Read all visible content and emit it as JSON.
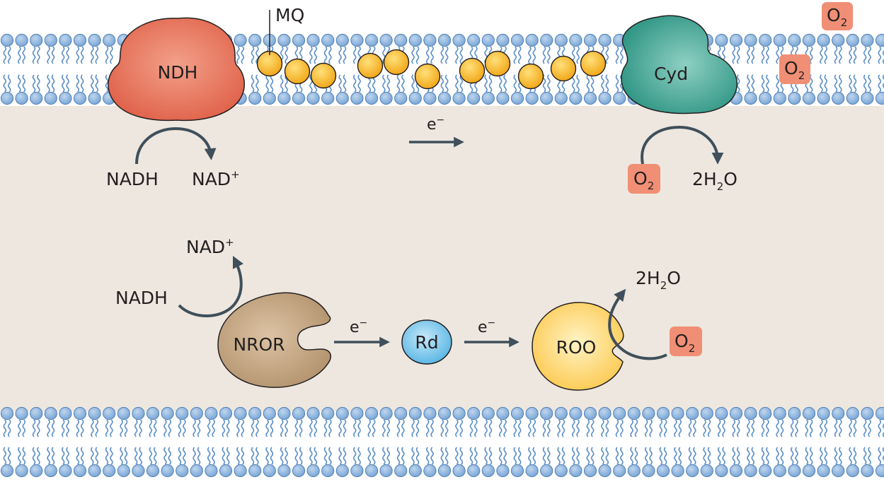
{
  "labels": {
    "mq": "MQ",
    "ndh": "NDH",
    "cyd": "Cyd",
    "nror": "NROR",
    "rd": "Rd",
    "roo": "ROO",
    "electron_base": "e",
    "electron_sup": "−",
    "nadh": "NADH",
    "nad_base": "NAD",
    "nad_sup": "+",
    "o2_base": "O",
    "o2_sub": "2",
    "water_pre": "2H",
    "water_sub": "2",
    "water_post": "O"
  },
  "colors": {
    "cytoplasm": "#ede7df",
    "lipid_head": "#8fb6de",
    "lipid_tail": "#5c8fc7",
    "ndh": "#e8735b",
    "cyd": "#3fa797",
    "nror": "#c3a583",
    "rd": "#7ec8ec",
    "roo": "#fdd679",
    "mq": "#f7bc2a",
    "o2_box": "#f08f75",
    "arrow": "#3f4f5b"
  }
}
